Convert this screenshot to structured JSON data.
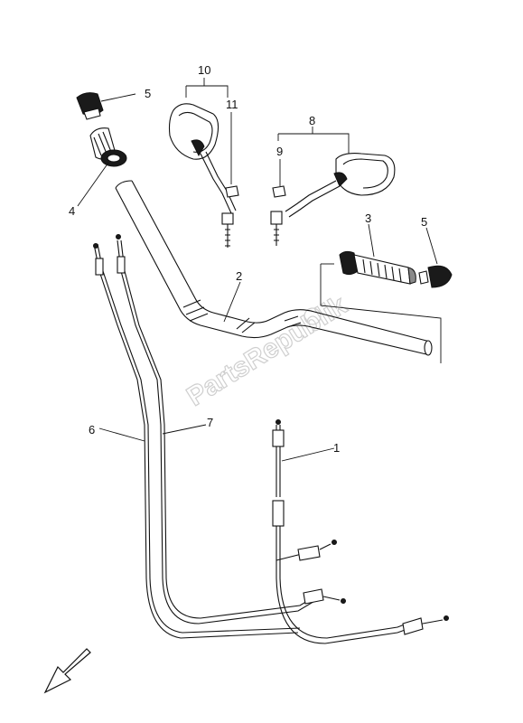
{
  "labels": {
    "p1": "1",
    "p2": "2",
    "p3": "3",
    "p4": "4",
    "p5a": "5",
    "p5b": "5",
    "p6": "6",
    "p7": "7",
    "p8": "8",
    "p9": "9",
    "p10": "10",
    "p11": "11"
  },
  "watermark": "PartsRepublik",
  "icons": {
    "direction": "front-direction-arrow-icon"
  },
  "colors": {
    "line": "#111111",
    "watermark": "#cfcfcf"
  }
}
